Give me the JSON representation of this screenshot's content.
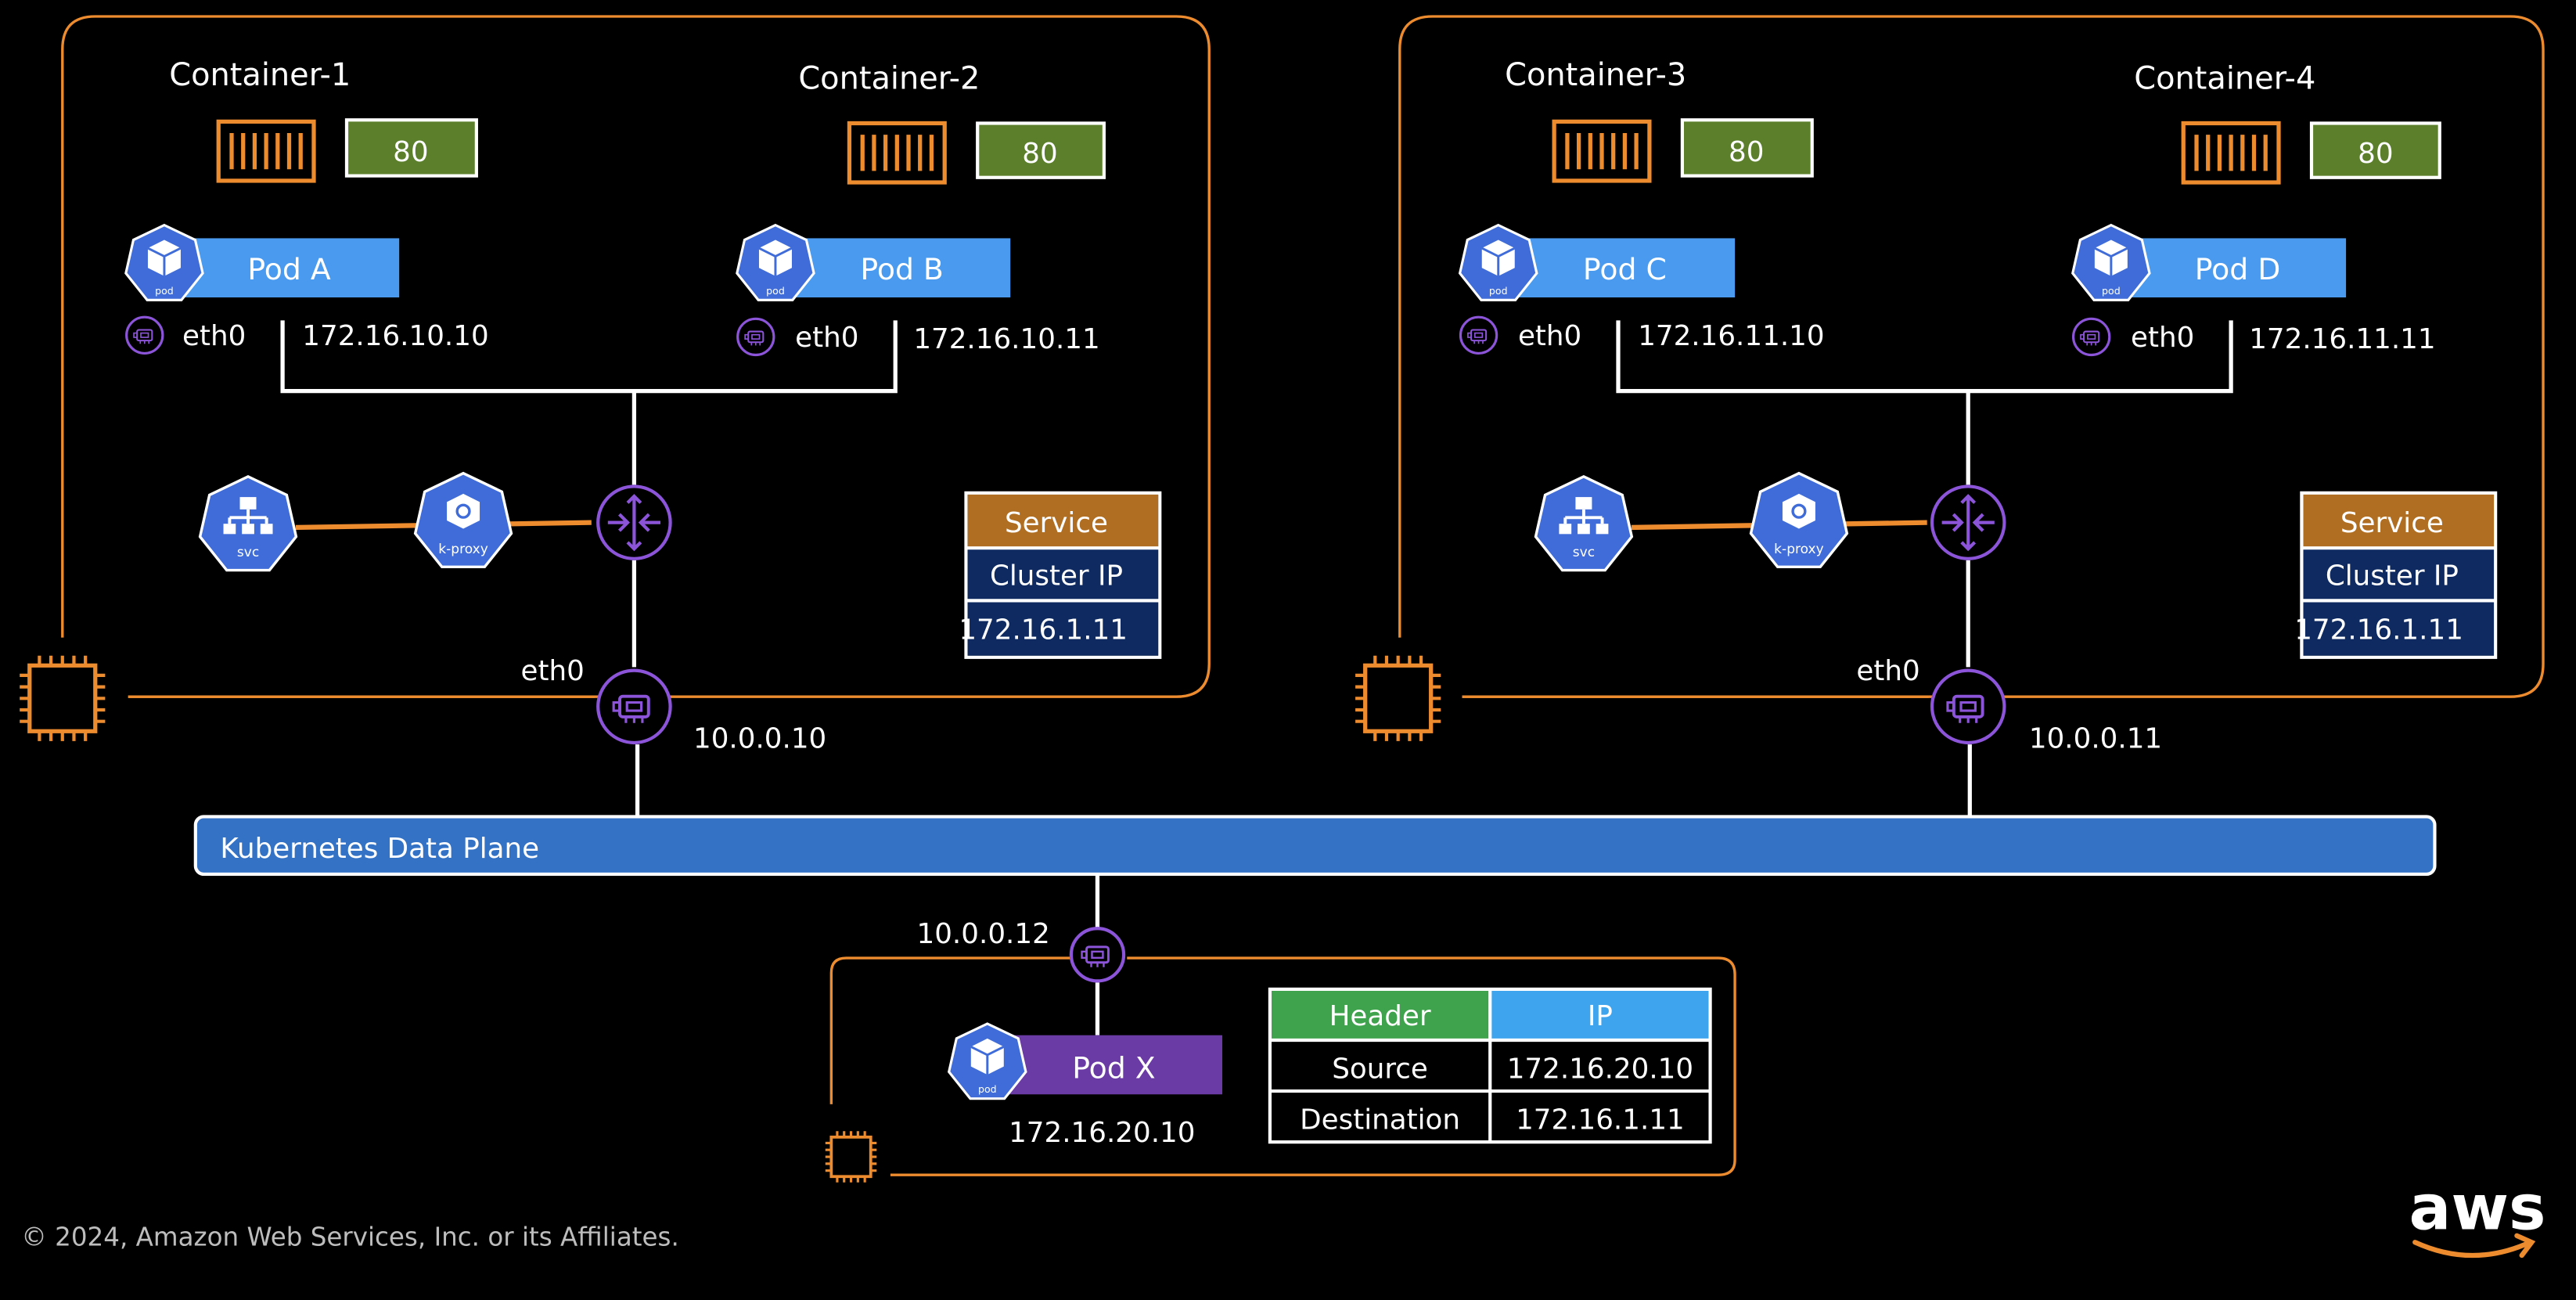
{
  "nodes": [
    {
      "containers": [
        {
          "label": "Container-1",
          "port": "80"
        },
        {
          "label": "Container-2",
          "port": "80"
        }
      ],
      "pods": [
        {
          "label": "Pod A",
          "icon_text": "pod",
          "iface": "eth0",
          "ip": "172.16.10.10"
        },
        {
          "label": "Pod B",
          "icon_text": "pod",
          "iface": "eth0",
          "ip": "172.16.10.11"
        }
      ],
      "svc_icon_text": "svc",
      "kproxy_icon_text": "k-proxy",
      "service": {
        "header": "Service",
        "type": "Cluster IP",
        "ip": "172.16.1.11"
      },
      "node_iface": "eth0",
      "node_ip": "10.0.0.10"
    },
    {
      "containers": [
        {
          "label": "Container-3",
          "port": "80"
        },
        {
          "label": "Container-4",
          "port": "80"
        }
      ],
      "pods": [
        {
          "label": "Pod C",
          "icon_text": "pod",
          "iface": "eth0",
          "ip": "172.16.11.10"
        },
        {
          "label": "Pod D",
          "icon_text": "pod",
          "iface": "eth0",
          "ip": "172.16.11.11"
        }
      ],
      "svc_icon_text": "svc",
      "kproxy_icon_text": "k-proxy",
      "service": {
        "header": "Service",
        "type": "Cluster IP",
        "ip": "172.16.1.11"
      },
      "node_iface": "eth0",
      "node_ip": "10.0.0.11"
    }
  ],
  "data_plane_label": "Kubernetes Data Plane",
  "client": {
    "node_ip": "10.0.0.12",
    "pod": {
      "label": "Pod X",
      "icon_text": "pod",
      "ip": "172.16.20.10"
    }
  },
  "packet_table": {
    "headers": [
      "Header",
      "IP"
    ],
    "rows": [
      [
        "Source",
        "172.16.20.10"
      ],
      [
        "Destination",
        "172.16.1.11"
      ]
    ]
  },
  "footer": "© 2024, Amazon Web Services, Inc. or its Affiliates.",
  "logo_text": "aws",
  "colors": {
    "background": "#000000",
    "orange": "#ED8B2F",
    "port_green": "#5B7F2A",
    "pod_blue": "#4A9BF0",
    "pod_purple": "#6B3BA5",
    "k8s_blue": "#3F6CD8",
    "eni_purple": "#8C55D9",
    "service_brown": "#B06E22",
    "service_navy": "#0E2A60",
    "data_plane": "#3472C6",
    "table_green": "#3FA34D",
    "table_blue": "#3FA4EE"
  }
}
